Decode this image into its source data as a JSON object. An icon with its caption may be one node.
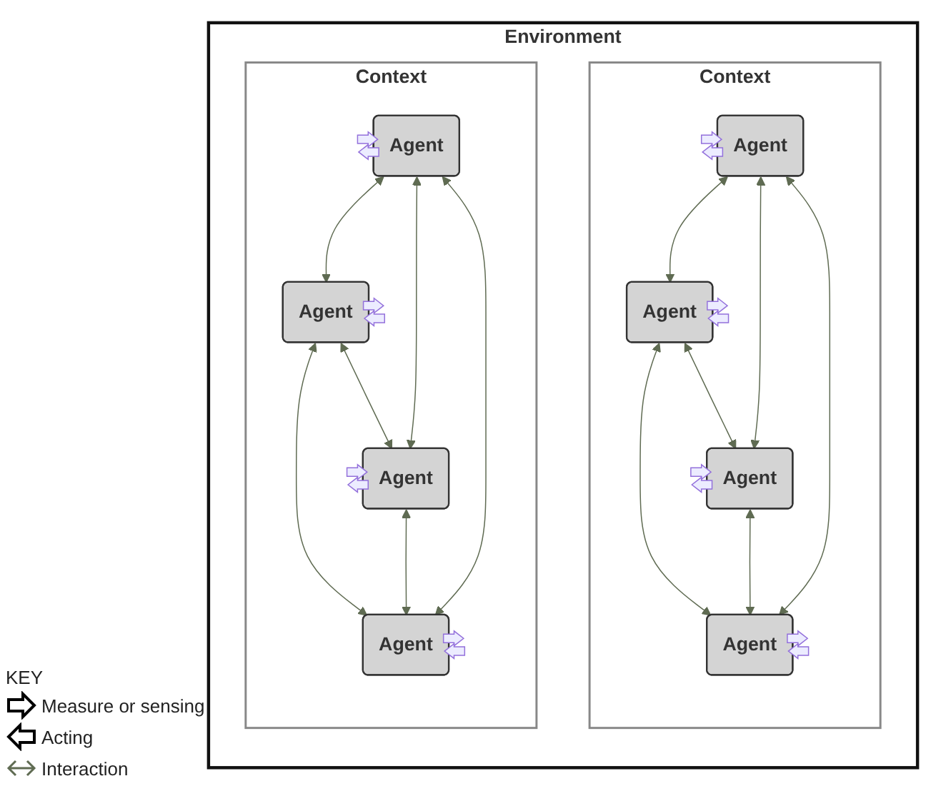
{
  "diagram": {
    "nodes": [
      {
        "text": [
          "Environment"
        ]
      },
      {
        "text": [
          "Context"
        ],
        "in": 0
      },
      {
        "text": [
          "Agent"
        ],
        "in": 1
      },
      {
        "text": [
          "Agent"
        ],
        "in": 1
      },
      {
        "text": [
          "Agent"
        ],
        "in": 1
      },
      {
        "text": [
          "Agent"
        ],
        "in": 1
      },
      {
        "text": [
          "Context"
        ],
        "in": 0
      },
      {
        "text": [
          "Agent"
        ],
        "in": 6
      },
      {
        "text": [
          "Agent"
        ],
        "in": 6
      },
      {
        "text": [
          "Agent"
        ],
        "in": 6
      },
      {
        "text": [
          "Agent"
        ],
        "in": 6
      }
    ],
    "edges": [
      {
        "from": 2,
        "to": 3,
        "arrow": "both"
      },
      {
        "from": 2,
        "to": 4,
        "arrow": "both"
      },
      {
        "from": 3,
        "to": 5,
        "arrow": "both"
      },
      {
        "from": 4,
        "to": 5,
        "arrow": "both"
      },
      {
        "from": 2,
        "to": 5,
        "arrow": "both"
      },
      {
        "from": 3,
        "to": 4,
        "arrow": "both"
      },
      {
        "from": 7,
        "to": 8,
        "arrow": "both"
      },
      {
        "from": 7,
        "to": 9,
        "arrow": "both"
      },
      {
        "from": 8,
        "to": 10,
        "arrow": "both"
      },
      {
        "from": 9,
        "to": 10,
        "arrow": "both"
      },
      {
        "from": 7,
        "to": 10,
        "arrow": "both"
      },
      {
        "from": 8,
        "to": 9,
        "arrow": "both"
      }
    ],
    "labels": [
      "KEY"
    ],
    "legend": [
      {
        "text": "Measure or sensing"
      },
      {
        "text": "Acting"
      },
      {
        "text": "Interaction"
      }
    ]
  }
}
